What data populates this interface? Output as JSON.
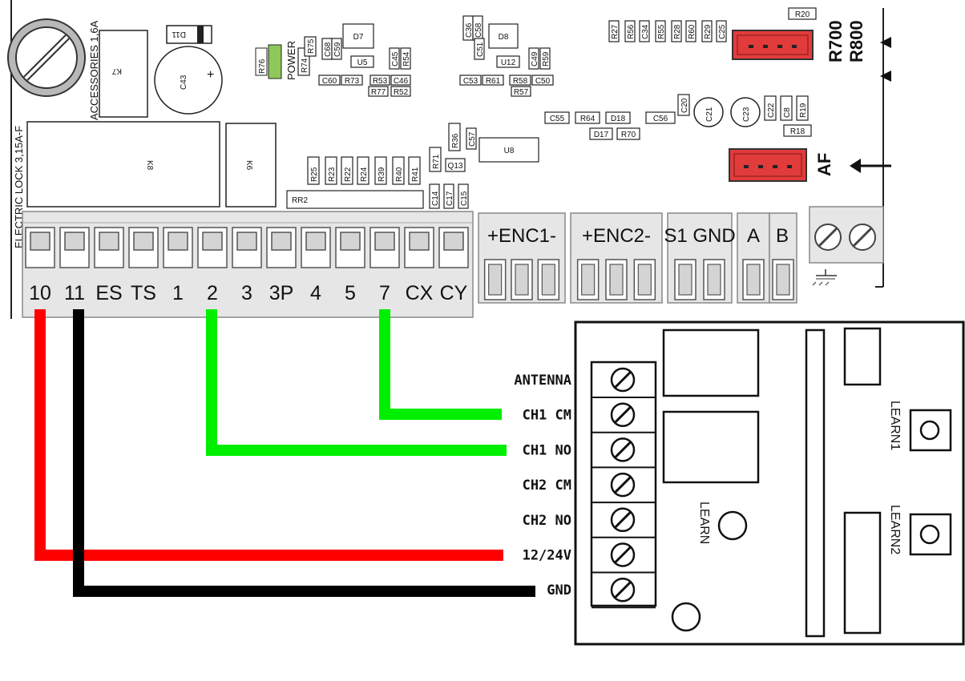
{
  "controller": {
    "terminals": [
      "10",
      "11",
      "ES",
      "TS",
      "1",
      "2",
      "3",
      "3P",
      "4",
      "5",
      "7",
      "CX",
      "CY"
    ],
    "encoder_headers": [
      "+ENC1-",
      "+ENC2-",
      "S1 GND",
      "A",
      "B"
    ],
    "vertical_labels": [
      "ACCESSORIES 1,6A",
      "ELECTRIC LOCK 3,15A-F"
    ],
    "side_labels": [
      "R700",
      "R800",
      "AF"
    ],
    "power_label": "POWER",
    "components": [
      "K7",
      "K8",
      "K6",
      "C43",
      "D11",
      "R76",
      "R74",
      "R75",
      "C68",
      "C59",
      "C60",
      "R73",
      "D7",
      "U5",
      "R53",
      "R77",
      "C45",
      "R54",
      "C46",
      "R52",
      "C36",
      "C58",
      "C51",
      "D8",
      "U12",
      "C49",
      "R59",
      "C53",
      "R61",
      "R58",
      "C50",
      "R57",
      "R27",
      "R56",
      "C34",
      "R55",
      "R28",
      "R60",
      "R29",
      "C25",
      "R20",
      "C55",
      "R64",
      "D18",
      "C56",
      "D17",
      "R70",
      "C20",
      "C21",
      "C23",
      "C22",
      "C8",
      "R19",
      "R18",
      "R36",
      "C57",
      "U8",
      "R71",
      "Q13",
      "R25",
      "R23",
      "R22",
      "R24",
      "R39",
      "R40",
      "R41",
      "C14",
      "C17",
      "C15",
      "RR2"
    ]
  },
  "receiver": {
    "terminals": [
      "ANTENNA",
      "CH1 CM",
      "CH1 NO",
      "CH2 CM",
      "CH2 NO",
      "12/24V",
      "GND"
    ],
    "buttons": [
      "LEARN",
      "LEARN1",
      "LEARN2"
    ]
  },
  "wires": [
    {
      "from": "10",
      "to": "12/24V",
      "color": "#ff0000"
    },
    {
      "from": "11",
      "to": "GND",
      "color": "#000000"
    },
    {
      "from": "2",
      "to": "CH1 NO",
      "color": "#00ee00"
    },
    {
      "from": "7",
      "to": "CH1 CM",
      "color": "#00ee00"
    }
  ],
  "colors": {
    "connector_red": "#e23b3b",
    "power_led": "#8fc85a",
    "panel_gray": "#e6e6e6"
  }
}
